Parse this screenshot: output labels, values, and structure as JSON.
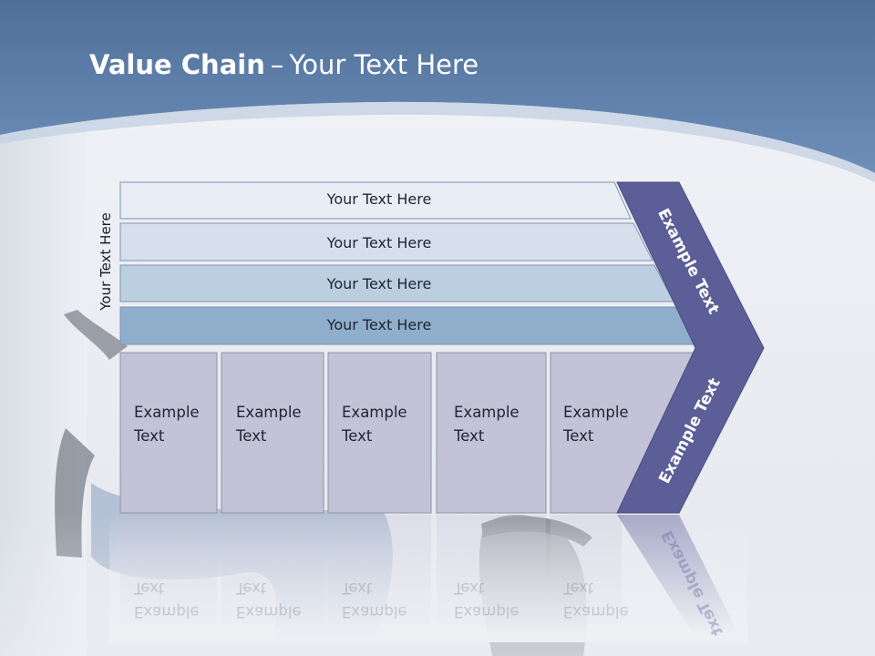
{
  "title": {
    "bold": "Value Chain",
    "separator": "–",
    "rest": "Your Text Here"
  },
  "side_label": "Your Text Here",
  "rows": [
    {
      "label": "Your Text Here",
      "color": "#e9eef6"
    },
    {
      "label": "Your Text Here",
      "color": "#d6e0ec"
    },
    {
      "label": "Your Text Here",
      "color": "#bccfe0"
    },
    {
      "label": "Your Text Here",
      "color": "#8eaecb"
    }
  ],
  "boxes": [
    {
      "line1": "Example",
      "line2": "Text"
    },
    {
      "line1": "Example",
      "line2": "Text"
    },
    {
      "line1": "Example",
      "line2": "Text"
    },
    {
      "line1": "Example",
      "line2": "Text"
    },
    {
      "line1": "Example",
      "line2": "Text"
    }
  ],
  "arrow_top": "Example Text",
  "arrow_bottom": "Example Text",
  "colors": {
    "header": "#5f80aa",
    "arrow": "#5c5e98",
    "box_fill": "#c3c2d7",
    "box_border": "#8f93a6"
  }
}
